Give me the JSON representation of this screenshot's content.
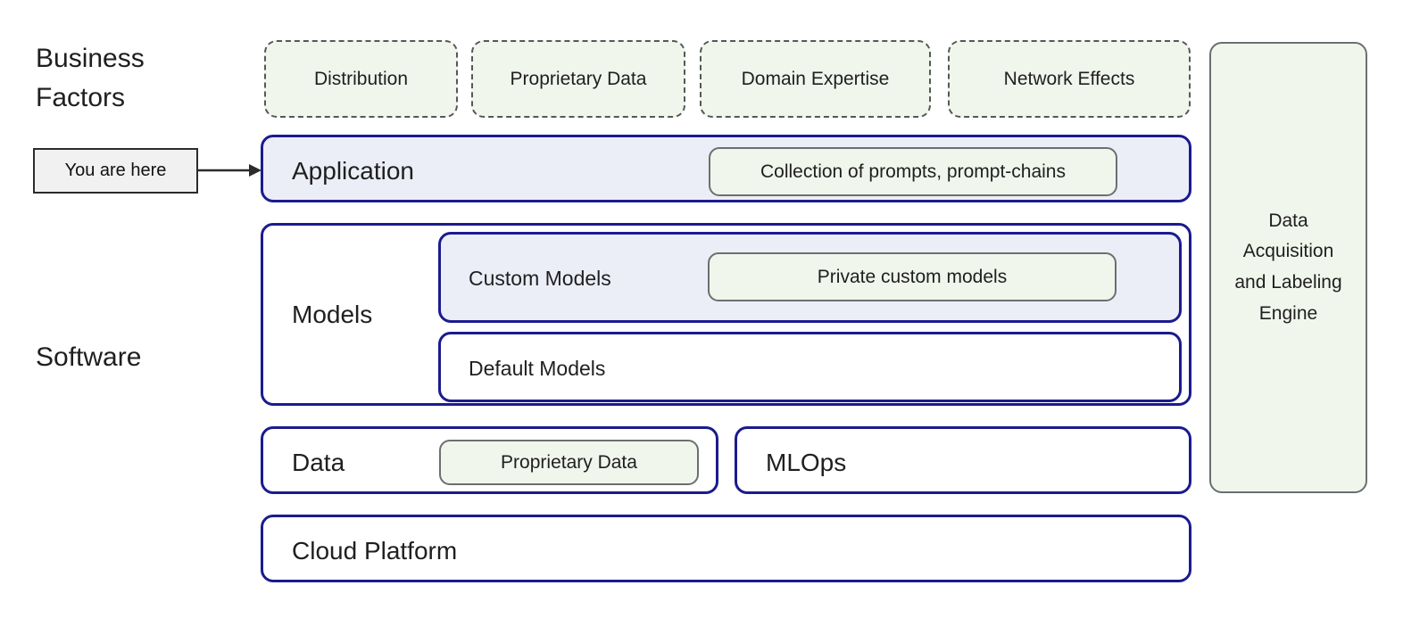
{
  "labels": {
    "business_factors": "Business\nFactors",
    "software": "Software"
  },
  "callout": {
    "text": "You are here",
    "arrow_icon": "arrow-right-icon"
  },
  "business_factors": [
    {
      "label": "Distribution"
    },
    {
      "label": "Proprietary Data"
    },
    {
      "label": "Domain Expertise"
    },
    {
      "label": "Network Effects"
    }
  ],
  "stack": {
    "application": {
      "title": "Application",
      "badge": "Collection of prompts, prompt-chains"
    },
    "models": {
      "title": "Models",
      "custom": {
        "title": "Custom Models",
        "badge": "Private custom models"
      },
      "default": {
        "title": "Default Models"
      }
    },
    "data": {
      "title": "Data",
      "badge": "Proprietary Data"
    },
    "mlops": {
      "title": "MLOps"
    },
    "cloud": {
      "title": "Cloud Platform"
    }
  },
  "engine_panel": {
    "label": "Data\nAcquisition\nand Labeling\nEngine"
  },
  "colors": {
    "navy_border": "#1b1b8f",
    "navy_fill": "#eceef7",
    "green_fill": "#f1f6ec",
    "green_border": "#6b6f70",
    "dashed_border": "#55585a",
    "callout_fill": "#f1f1f2",
    "text": "#1f1f1f",
    "background": "#ffffff"
  }
}
